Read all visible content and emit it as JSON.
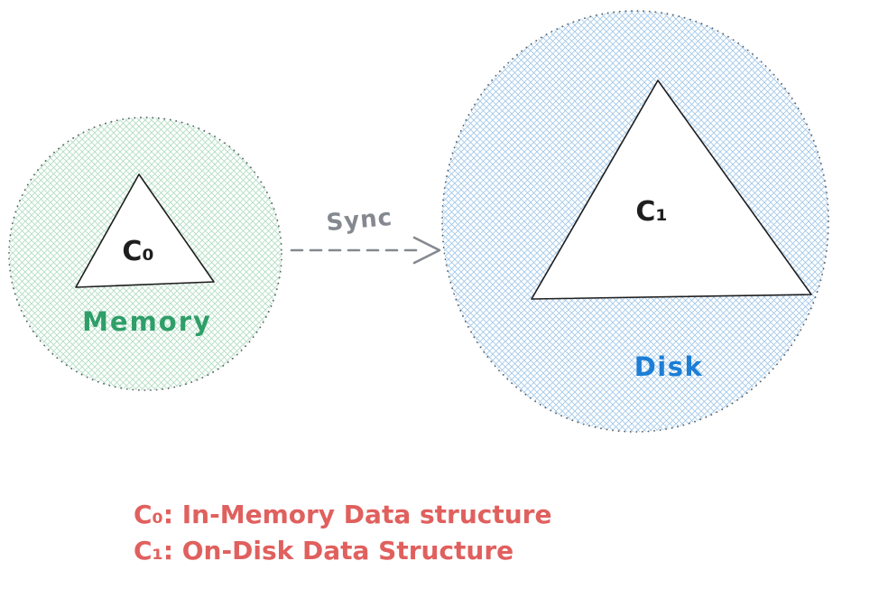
{
  "diagram": {
    "memory": {
      "triangle_label": "C₀",
      "label": "Memory"
    },
    "disk": {
      "triangle_label": "C₁",
      "label": "Disk"
    },
    "arrow": {
      "label": "Sync"
    },
    "legend": {
      "line1": "C₀: In-Memory Data structure",
      "line2": "C₁: On-Disk Data Structure"
    },
    "colors": {
      "memory_hatch": "#aedcbf",
      "memory_label": "#2f9e68",
      "disk_hatch": "#9fc6e8",
      "disk_label": "#1c7ed6",
      "arrow": "#84898f",
      "legend_text": "#e0605e",
      "shape_stroke": "#1e1e1e",
      "circle_border": "#5a646b",
      "triangle_fill": "#ffffff"
    }
  }
}
